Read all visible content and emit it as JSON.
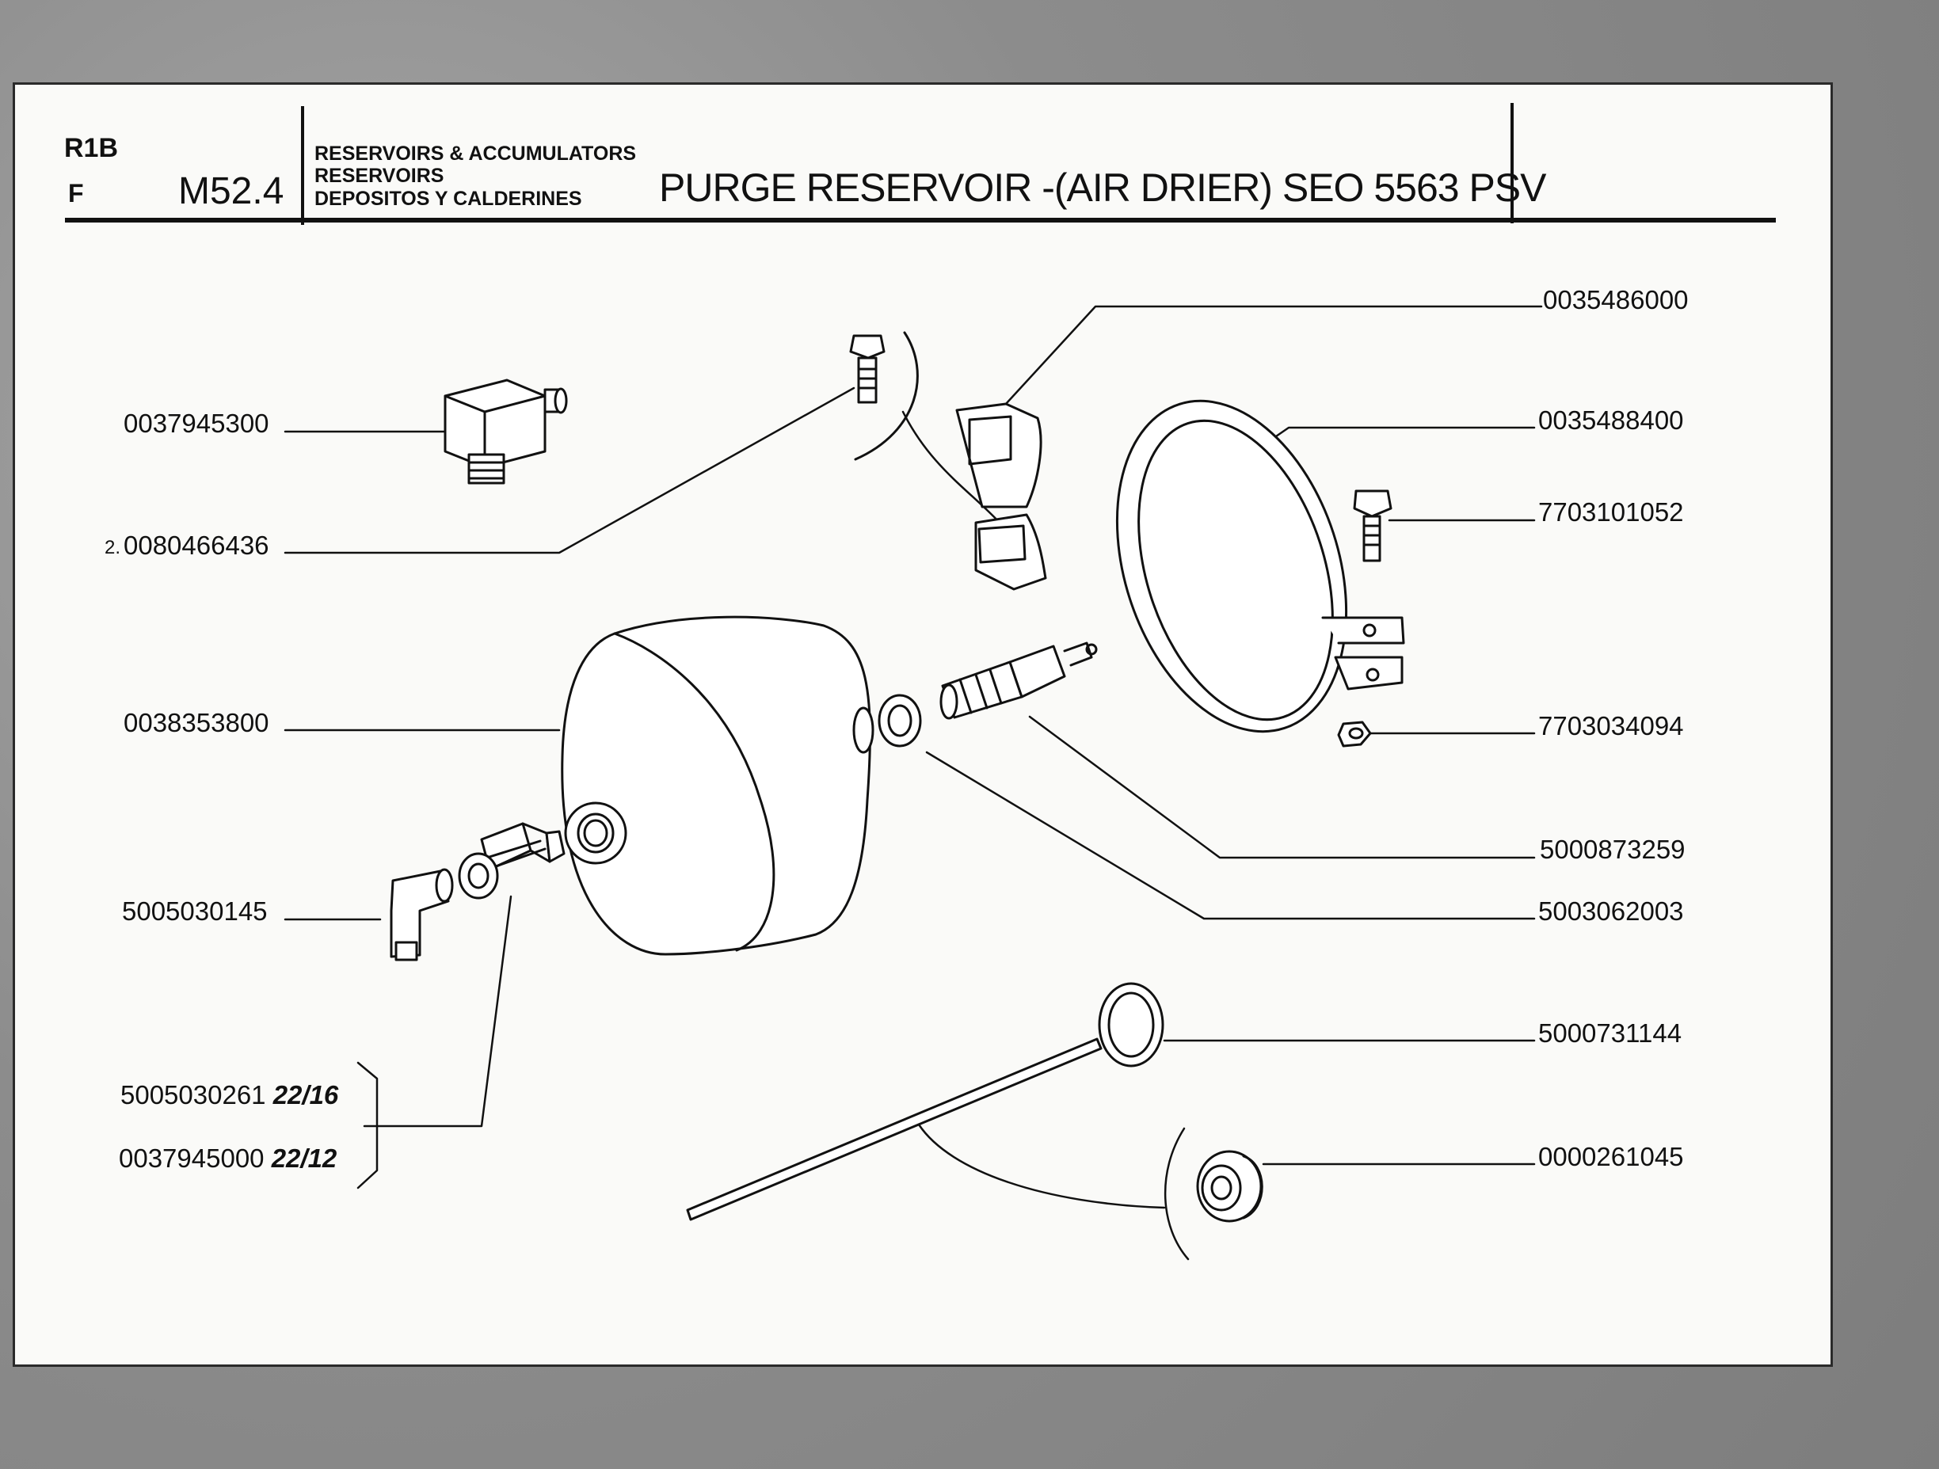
{
  "header": {
    "code_r1b": "R1B",
    "code_f": "F",
    "section": "M52.4",
    "category_lines": [
      "RESERVOIRS & ACCUMULATORS",
      "RESERVOIRS",
      "DEPOSITOS Y CALDERINES"
    ],
    "title": "PURGE RESERVOIR -(AIR DRIER) SEO 5563 PSV"
  },
  "labels": {
    "p0035486000": "0035486000",
    "p0037945300": "0037945300",
    "p0035488400": "0035488400",
    "p7703101052": "7703101052",
    "p0080466436_qty": "2.",
    "p0080466436": "0080466436",
    "p0038353800": "0038353800",
    "p7703034094": "7703034094",
    "p5000873259": "5000873259",
    "p5005030145": "5005030145",
    "p5003062003": "5003062003",
    "p5000731144": "5000731144",
    "p5005030261": "5005030261",
    "p5005030261_size": "22/16",
    "p0037945000": "0037945000",
    "p0037945000_size": "22/12",
    "p0000261045": "0000261045"
  }
}
